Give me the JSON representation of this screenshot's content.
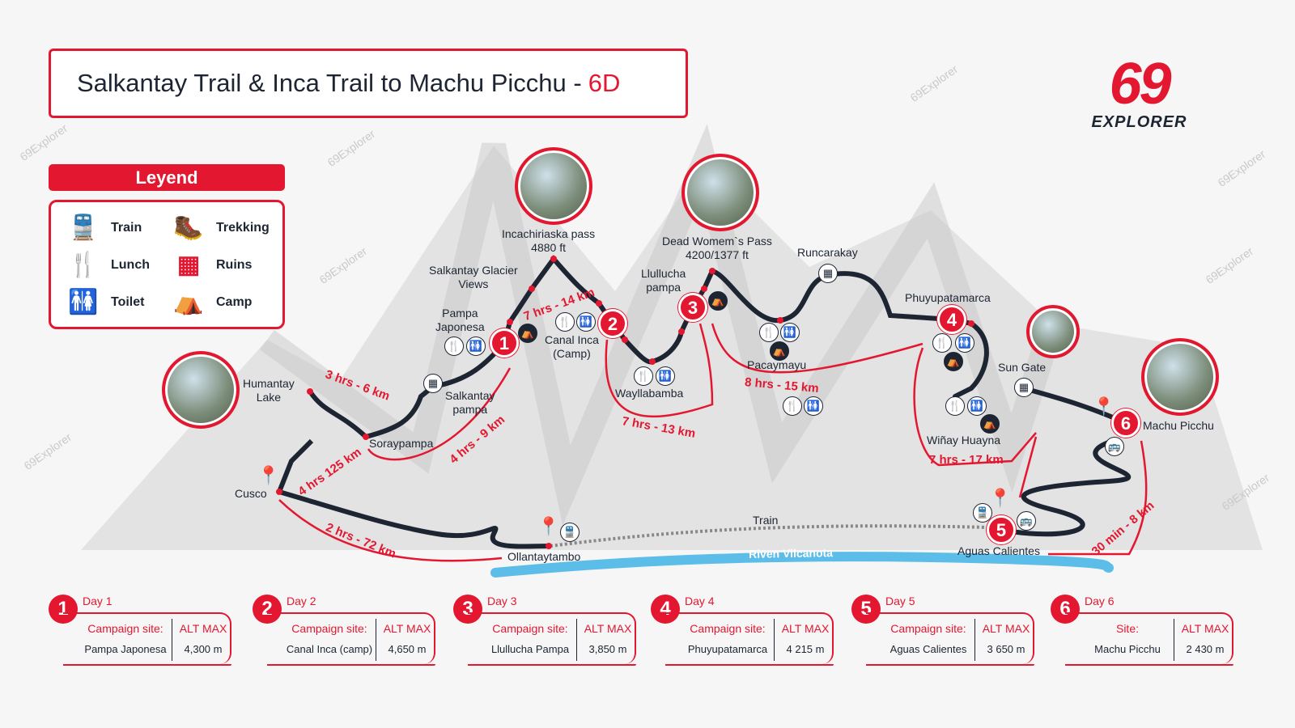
{
  "title": {
    "main": "Salkantay Trail & Inca Trail to Machu Picchu -",
    "accent": "6D"
  },
  "logo": {
    "number": "69",
    "word": "EXPLORER"
  },
  "watermark": "69Explorer",
  "legend": {
    "title": "Leyend",
    "items": [
      {
        "label": "Train",
        "icon": "train-icon"
      },
      {
        "label": "Trekking",
        "icon": "hiker-icon"
      },
      {
        "label": "Lunch",
        "icon": "utensils-icon"
      },
      {
        "label": "Ruins",
        "icon": "ruins-icon"
      },
      {
        "label": "Toilet",
        "icon": "toilet-icon"
      },
      {
        "label": "Camp",
        "icon": "tent-icon"
      }
    ]
  },
  "places": {
    "humantay": "Humantay\nLake",
    "soraypampa": "Soraypampa",
    "cusco": "Cusco",
    "salkantay_pampa": "Salkantay\npampa",
    "pampa_japonesa": "Pampa\nJaponesa",
    "glacier": "Salkantay Glacier\nViews",
    "pass": "Incachiriaska pass\n4880 ft",
    "canal": "Canal Inca\n(Camp)",
    "wayllabamba": "Wayllabamba",
    "llullucha": "Llullucha\npampa",
    "dwp": "Dead Womem`s Pass\n4200/1377 ft",
    "pacaymayu": "Pacaymayu",
    "runcarakay": "Runcarakay",
    "phuyu": "Phuyupatamarca",
    "sungate": "Sun Gate",
    "winay": "Wiñay Huayna",
    "machu": "Machu Picchu",
    "aguas": "Aguas Calientes",
    "ollanta": "Ollantaytambo",
    "train": "Train",
    "river": "Riven Vilcanota"
  },
  "routes": {
    "r1": "3 hrs - 6 km",
    "r2": "4 hrs 125 km",
    "r3": "4 hrs - 9 km",
    "r4": "7 hrs - 14 km",
    "r5": "7 hrs - 13 km",
    "r6": "8 hrs - 15 km",
    "r7": "7 hrs - 17 km",
    "r8": "2 hrs - 72 km",
    "r9": "30 min - 8 km"
  },
  "days": [
    {
      "n": "1",
      "day": "Day 1",
      "site_label": "Campaign site:",
      "site": "Pampa Japonesa",
      "alt_label": "ALT MAX",
      "alt": "4,300 m"
    },
    {
      "n": "2",
      "day": "Day 2",
      "site_label": "Campaign site:",
      "site": "Canal Inca (camp)",
      "alt_label": "ALT MAX",
      "alt": "4,650 m"
    },
    {
      "n": "3",
      "day": "Day 3",
      "site_label": "Campaign site:",
      "site": "Llullucha Pampa",
      "alt_label": "ALT MAX",
      "alt": "3,850 m"
    },
    {
      "n": "4",
      "day": "Day 4",
      "site_label": "Campaign site:",
      "site": "Phuyupatamarca",
      "alt_label": "ALT MAX",
      "alt": "4 215 m"
    },
    {
      "n": "5",
      "day": "Day 5",
      "site_label": "Campaign site:",
      "site": "Aguas Calientes",
      "alt_label": "ALT MAX",
      "alt": "3 650 m"
    },
    {
      "n": "6",
      "day": "Day 6",
      "site_label": "Site:",
      "site": "Machu Picchu",
      "alt_label": "ALT MAX",
      "alt": "2 430 m"
    }
  ],
  "colors": {
    "accent": "#e3172f",
    "trail": "#1d2533",
    "river": "#5bbde8"
  }
}
